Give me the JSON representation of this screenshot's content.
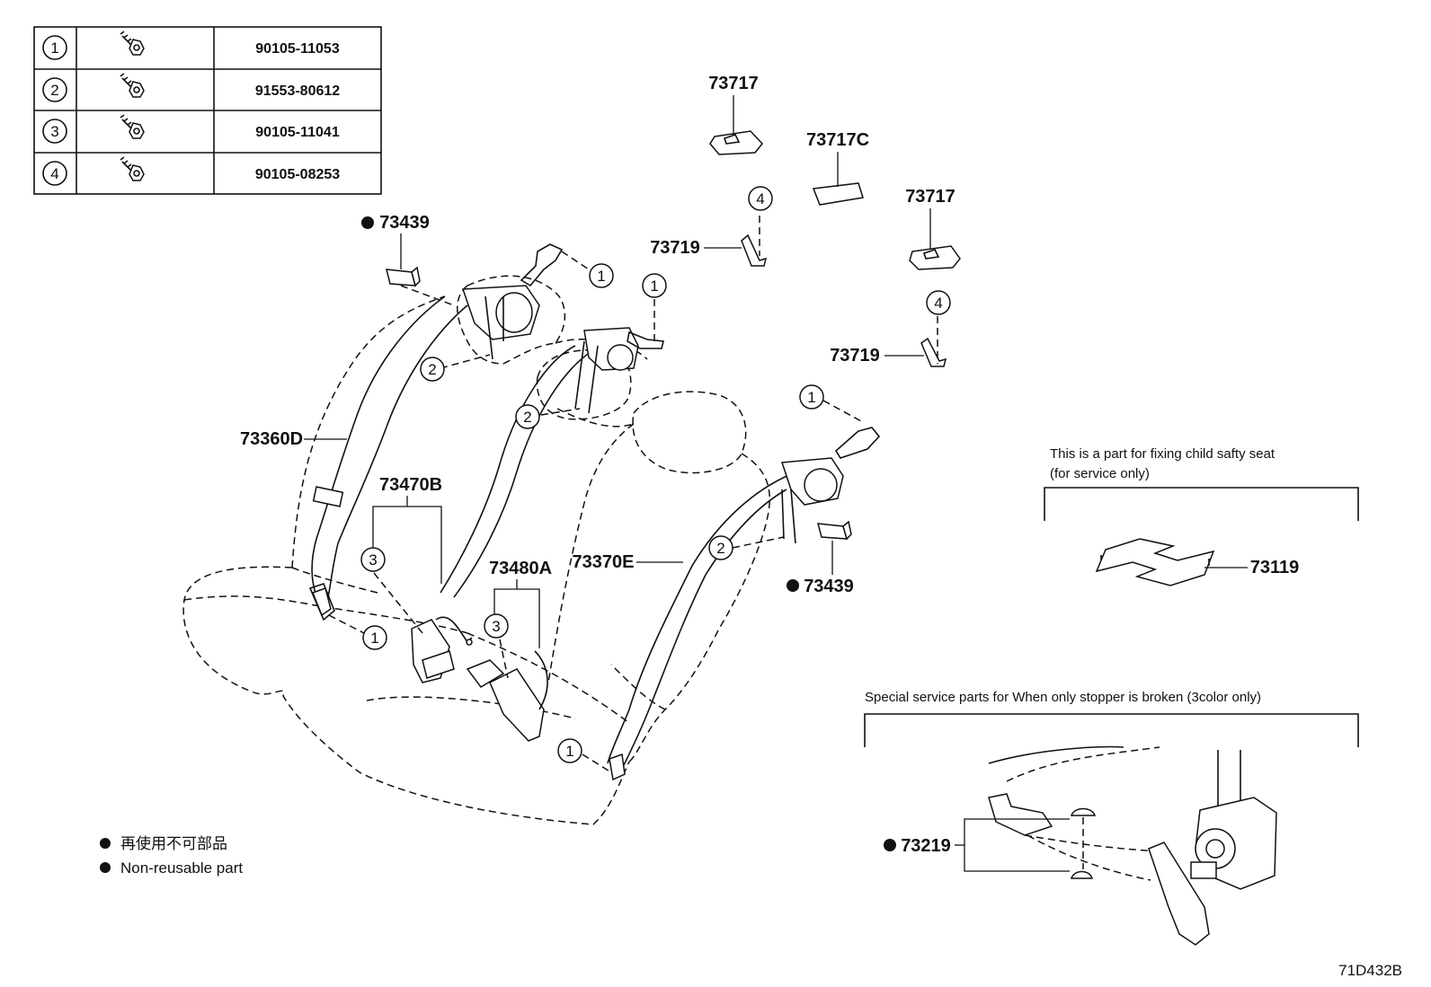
{
  "bolt_table": [
    {
      "index": "1",
      "part_no": "90105-11053"
    },
    {
      "index": "2",
      "part_no": "91553-80612"
    },
    {
      "index": "3",
      "part_no": "90105-11041"
    },
    {
      "index": "4",
      "part_no": "90105-08253"
    }
  ],
  "parts": {
    "p73717_top": "73717",
    "p73717c": "73717C",
    "p73717_right": "73717",
    "p73719_left": "73719",
    "p73719_right": "73719",
    "p73439_top": "73439",
    "p73439_right": "73439",
    "p73360d": "73360D",
    "p73470b": "73470B",
    "p73480a": "73480A",
    "p73370e": "73370E",
    "p73119": "73119",
    "p73219": "73219"
  },
  "notes": {
    "child_seat_line1": "This is a part for fixing child safty seat",
    "child_seat_line2": "(for service only)",
    "stopper": "Special service parts for When only stopper is broken (3color only)"
  },
  "legend": {
    "jp": "再使用不可部品",
    "en": "Non-reusable part"
  },
  "diagram_code": "71D432B",
  "callouts": {
    "c1": "1",
    "c2": "2",
    "c3": "3",
    "c4": "4"
  }
}
